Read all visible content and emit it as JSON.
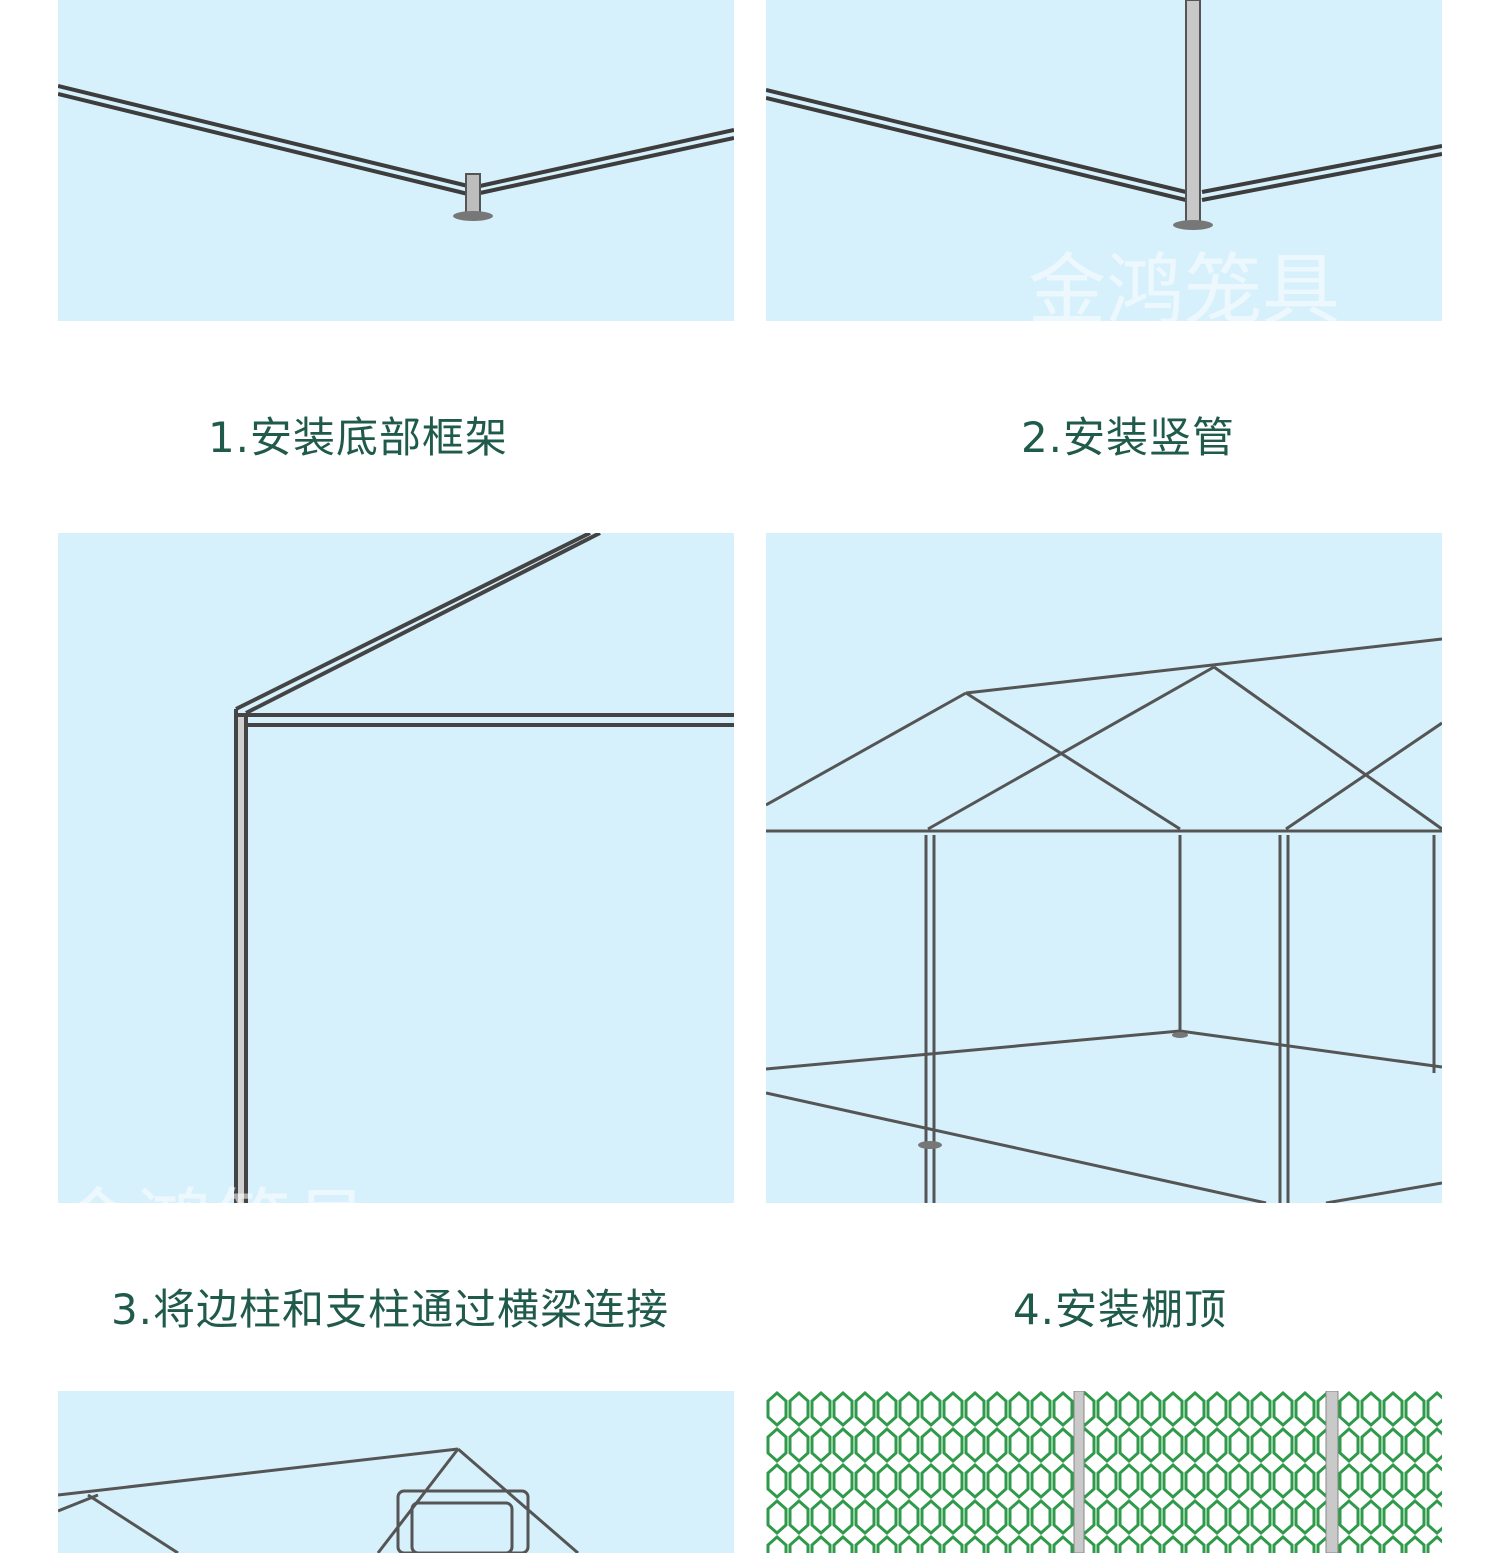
{
  "steps": [
    {
      "caption": "1.安装底部框架"
    },
    {
      "caption": "2.安装竖管"
    },
    {
      "caption": "3.将边柱和支柱通过横梁连接"
    },
    {
      "caption": "4.安装棚顶"
    }
  ],
  "watermark": "金鸿笼具",
  "colors": {
    "caption": "#1f5a4a",
    "panel_bg": "#d6f1fb",
    "mesh": "#2e9a4a",
    "pipe": "#4a4a4a"
  }
}
